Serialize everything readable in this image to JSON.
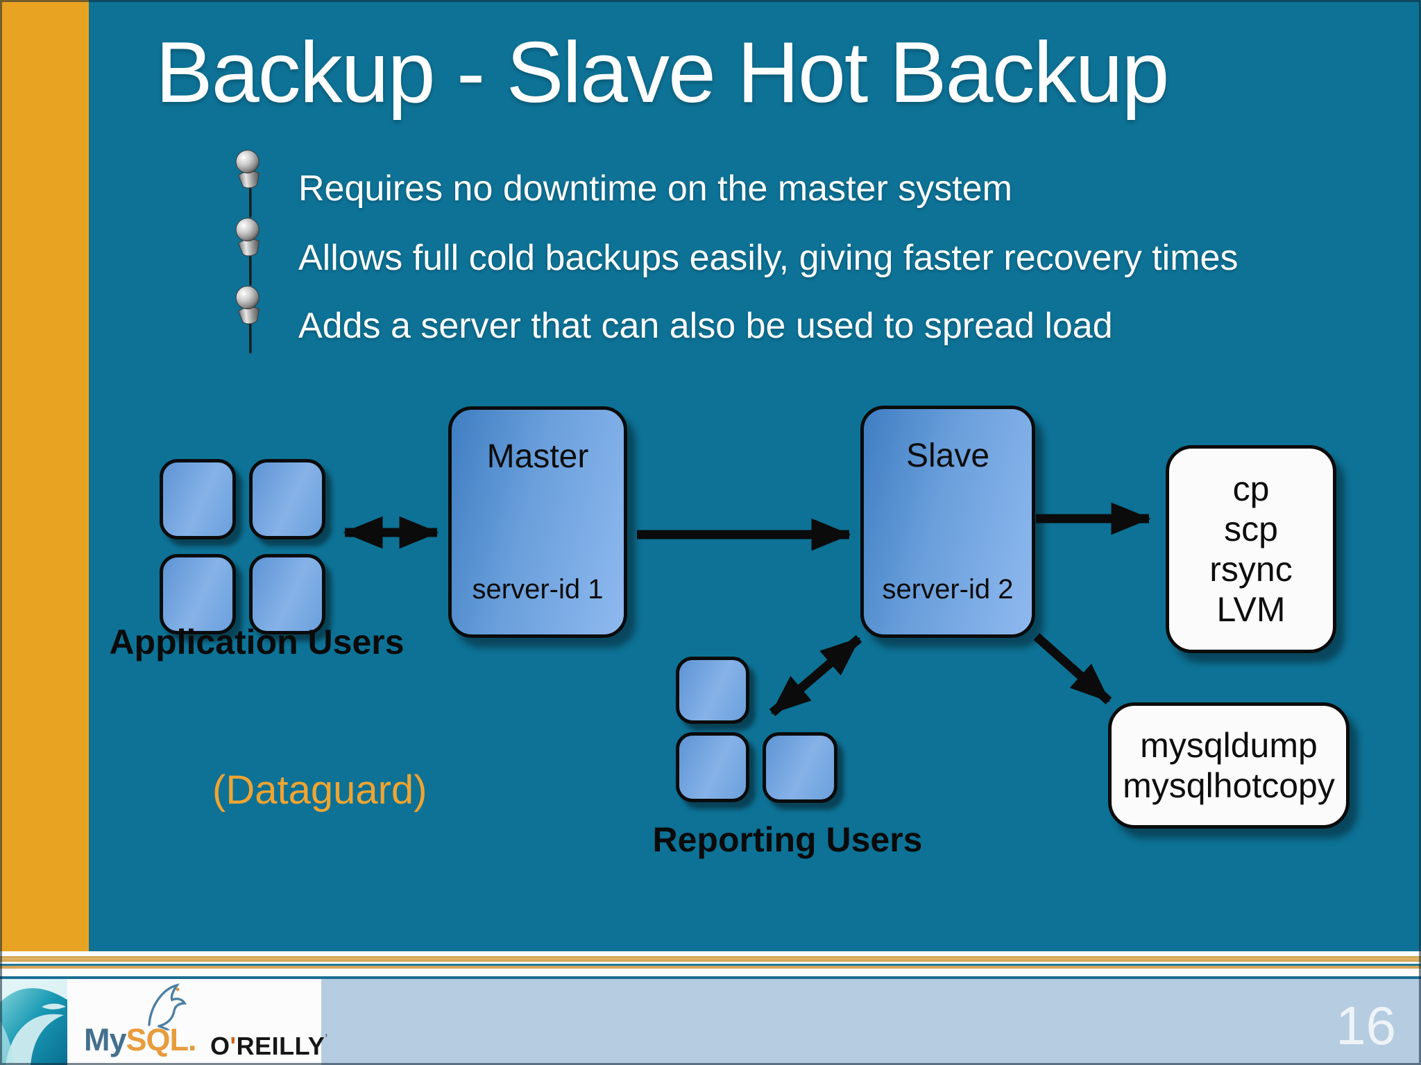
{
  "title": "Backup - Slave Hot Backup",
  "bullets": [
    "Requires no downtime on the master system",
    "Allows full cold backups easily, giving faster recovery times",
    "Adds a server that can also be used to spread load"
  ],
  "diagram": {
    "application_users_label": "Application Users",
    "reporting_users_label": "Reporting Users",
    "dataguard_note": "(Dataguard)",
    "master": {
      "title": "Master",
      "server_id": "server-id 1"
    },
    "slave": {
      "title": "Slave",
      "server_id": "server-id 2"
    },
    "copy_methods": [
      "cp",
      "scp",
      "rsync",
      "LVM"
    ],
    "dump_methods": [
      "mysqldump",
      "mysqlhotcopy"
    ]
  },
  "footer": {
    "mysql_logo": {
      "my": "My",
      "sql": "SQL",
      "dot": "."
    },
    "oreilly_logo": {
      "o": "O",
      "apostrophe": "'",
      "rest": "REILLY"
    },
    "page_number": "16"
  },
  "icons": {
    "bullet": "pushpin-icon",
    "footer_left": "ocean-wave-image",
    "mysql": "dolphin-icon"
  },
  "colors": {
    "background_teal": "#0d7296",
    "sidebar_orange": "#e9a322",
    "node_blue_dark": "#3f7ec2",
    "node_blue_light": "#8fb9ef",
    "white_box": "#fbfbfb",
    "footer_band": "#b6cce0",
    "dataguard_orange": "#f0a431",
    "stripe_gold": "#d8a557",
    "stripe_teal": "#1d7a9b",
    "mysql_blue": "#44708e",
    "mysql_orange": "#e89c3c"
  }
}
